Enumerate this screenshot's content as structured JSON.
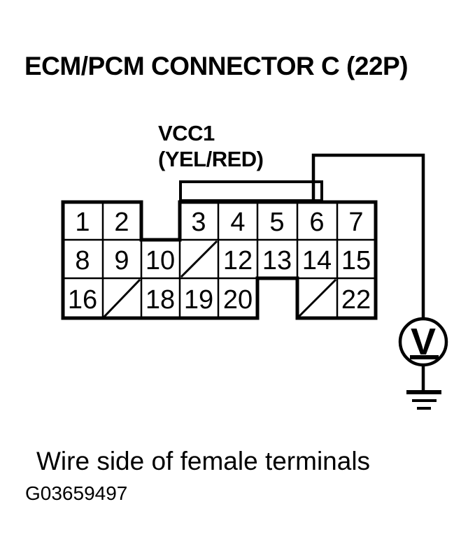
{
  "title": "ECM/PCM CONNECTOR C (22P)",
  "wire_label": {
    "signal": "VCC1",
    "color": "(YEL/RED)"
  },
  "connector": {
    "pins": [
      "1",
      "2",
      "3",
      "4",
      "5",
      "6",
      "7",
      "8",
      "9",
      "10",
      "12",
      "13",
      "14",
      "15",
      "16",
      "18",
      "19",
      "20",
      "22"
    ]
  },
  "meter": {
    "symbol": "V"
  },
  "caption": "Wire side of female terminals",
  "figure_id": "G03659497",
  "colors": {
    "ink": "#000000",
    "background": "#ffffff"
  }
}
